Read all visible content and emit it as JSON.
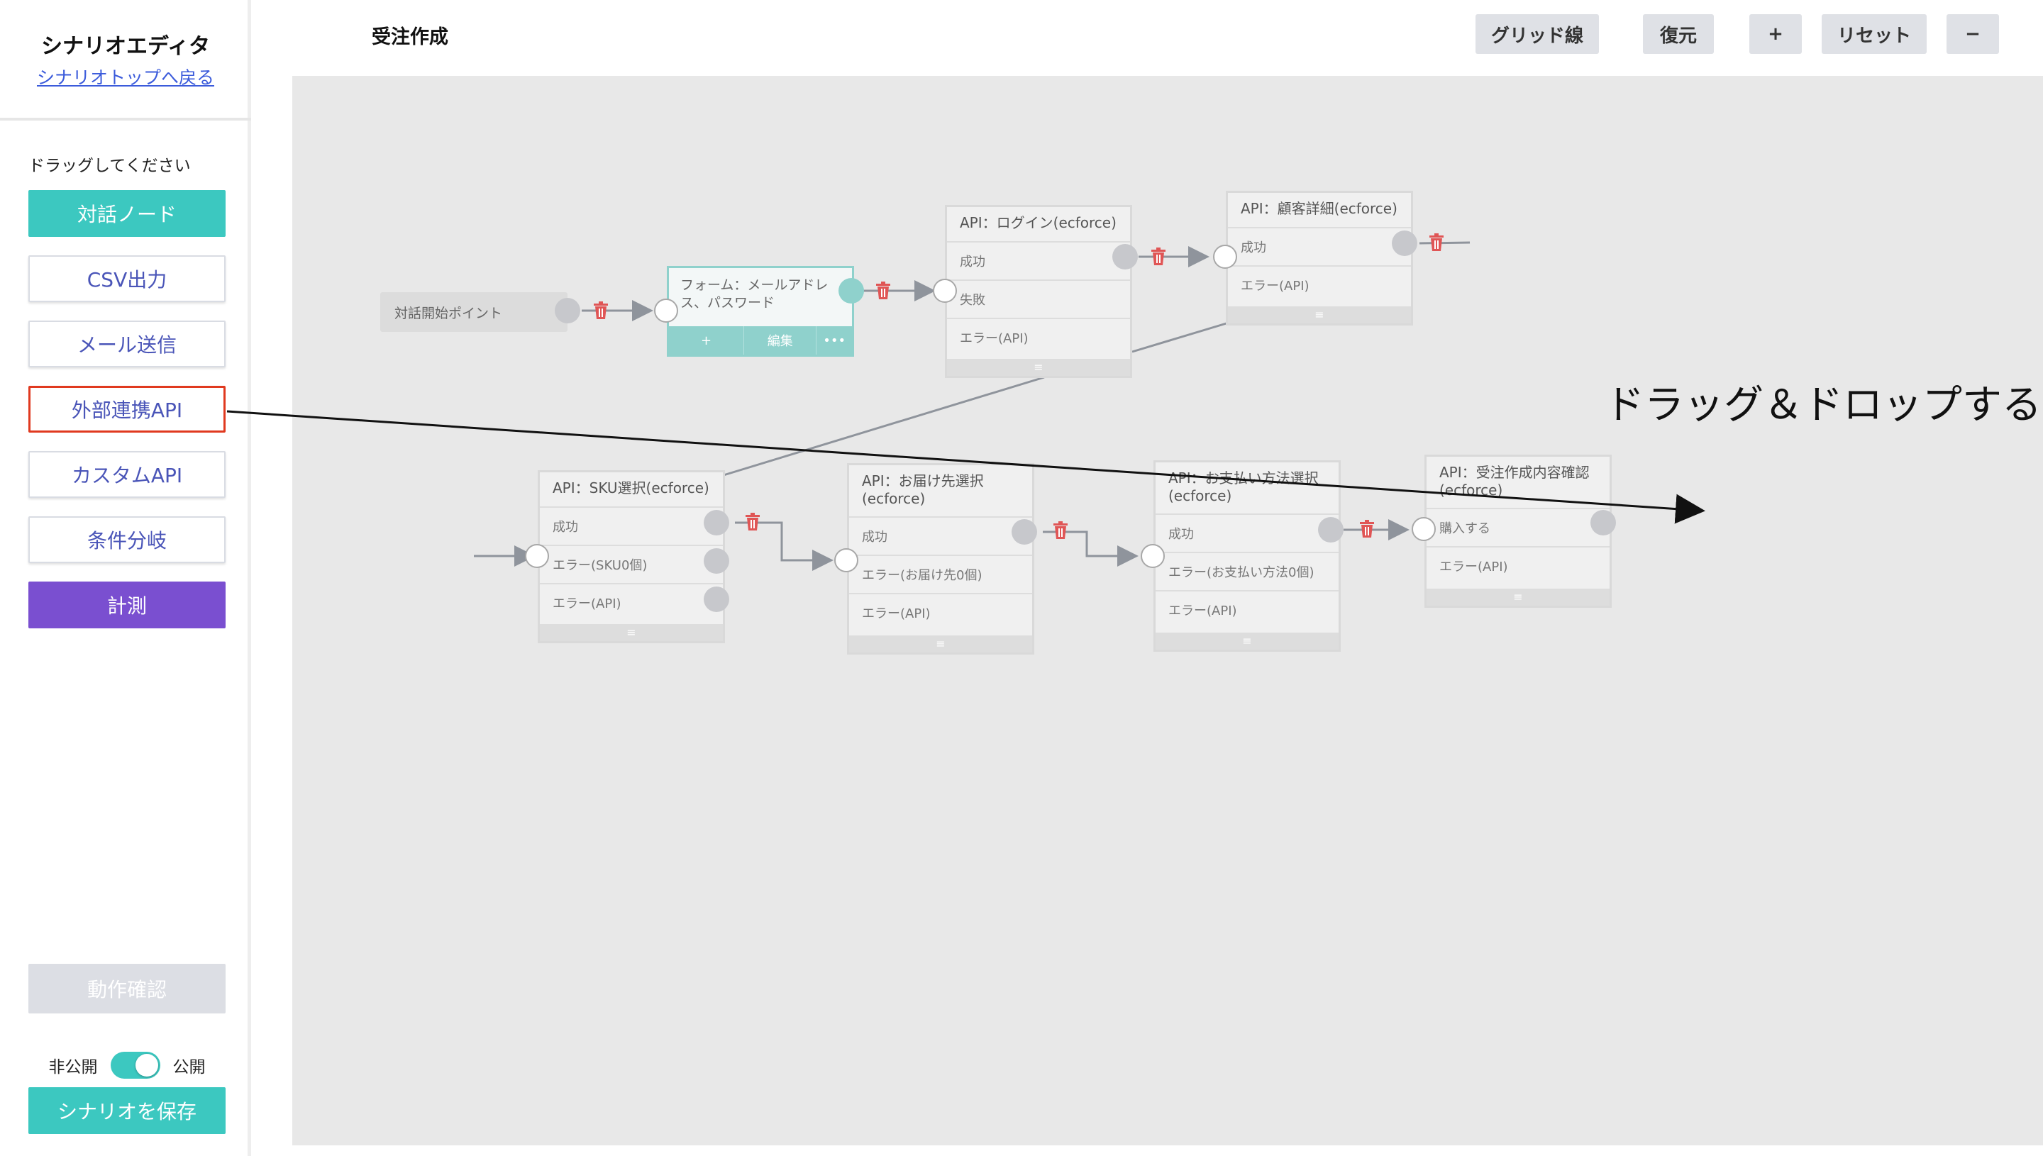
{
  "sidebar": {
    "title": "シナリオエディタ",
    "back_link": "シナリオトップへ戻る",
    "hint": "ドラッグしてください",
    "buttons": {
      "dialog_node": "対話ノード",
      "csv_output": "CSV出力",
      "mail_send": "メール送信",
      "external_api": "外部連携API",
      "custom_api": "カスタムAPI",
      "condition_branch": "条件分岐",
      "measure": "計測"
    },
    "operation_check": "動作確認",
    "toggle": {
      "private_label": "非公開",
      "public_label": "公開",
      "state": "公開"
    },
    "save": "シナリオを保存"
  },
  "header": {
    "title": "受注作成",
    "toolbar": {
      "grid": "グリッド線",
      "restore": "復元",
      "zoom_in": "+",
      "reset": "リセット",
      "zoom_out": "−"
    }
  },
  "canvas": {
    "start_node": "対話開始ポイント",
    "form_node": {
      "title": "フォーム：メールアドレス、パスワード",
      "actions": {
        "add": "+",
        "edit": "編集",
        "more": "•••"
      }
    },
    "nodes": {
      "login": {
        "title": "API：ログイン(ecforce)",
        "rows": [
          "成功",
          "失敗",
          "エラー(API)"
        ]
      },
      "customer": {
        "title": "API：顧客詳細(ecforce)",
        "rows": [
          "成功",
          "エラー(API)"
        ]
      },
      "sku": {
        "title": "API：SKU選択(ecforce)",
        "rows": [
          "成功",
          "エラー(SKU0個)",
          "エラー(API)"
        ]
      },
      "delivery": {
        "title": "API：お届け先選択(ecforce)",
        "rows": [
          "成功",
          "エラー(お届け先0個)",
          "エラー(API)"
        ]
      },
      "payment": {
        "title": "API：お支払い方法選択(ecforce)",
        "rows": [
          "成功",
          "エラー(お支払い方法0個)",
          "エラー(API)"
        ]
      },
      "confirm": {
        "title": "API：受注作成内容確認(ecforce)",
        "rows": [
          "購入する",
          "エラー(API)"
        ]
      }
    },
    "node_footer_icon": "≡",
    "icons": [
      "trash-icon",
      "drag-handle-icon"
    ],
    "colors": {
      "accent_teal": "#3cc8c0",
      "measure_purple": "#7a4fd0",
      "delete_red": "#e05555",
      "highlight_red": "#e0391f"
    }
  },
  "annotation": "ドラッグ＆ドロップする"
}
